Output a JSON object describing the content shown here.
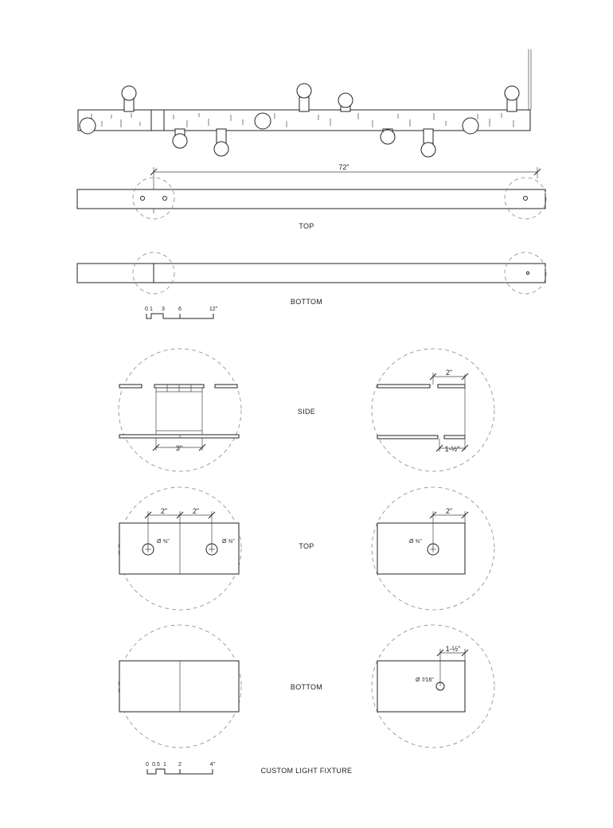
{
  "labels": {
    "top": "TOP",
    "bottom": "BOTTOM",
    "side": "SIDE",
    "detail_top": "TOP",
    "detail_bottom": "BOTTOM",
    "title": "CUSTOM LIGHT FIXTURE"
  },
  "dimensions": {
    "overall_length": "72\"",
    "side_left": "3\"",
    "side_right_top": "2\"",
    "side_right_bottom": "1-½\"",
    "top_left_a": "2\"",
    "top_left_b": "2\"",
    "top_right": "2\"",
    "hole_left_a": "Ø ⅜\"",
    "hole_left_b": "Ø ⅜\"",
    "hole_right": "Ø ⅜\"",
    "bottom_right_offset": "1-½\"",
    "bottom_hole": "Ø 7⁄16\""
  },
  "scale_large": {
    "ticks": [
      "0",
      "1",
      "3",
      "6",
      "12\""
    ]
  },
  "scale_small": {
    "ticks": [
      "0",
      "0.5",
      "1",
      "2",
      "4\""
    ]
  }
}
